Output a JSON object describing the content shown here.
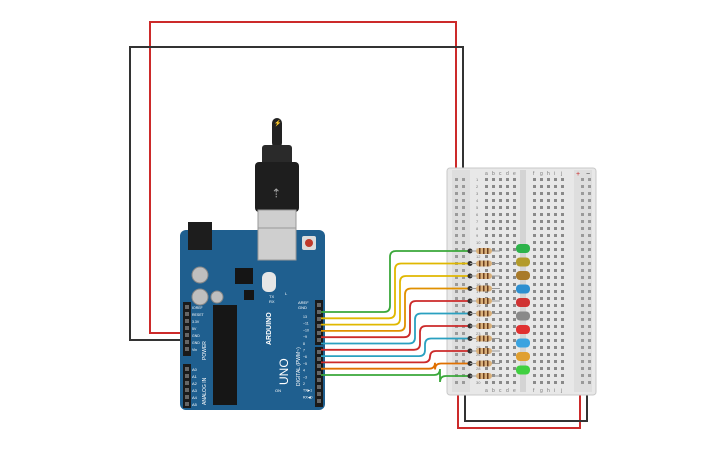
{
  "arduino": {
    "brand": "ARDUINO",
    "model": "UNO",
    "digital_label": "DIGITAL (PWM~)",
    "power_label": "POWER",
    "analog_label": "ANALOG IN",
    "aref": "AREF",
    "gnd": "GND",
    "power_pins": [
      "IOREF",
      "RESET",
      "3.3V",
      "5V",
      "GND",
      "GND",
      "Vin"
    ],
    "analog_pins": [
      "A0",
      "A1",
      "A2",
      "A3",
      "A4",
      "A5"
    ],
    "digital_pins": [
      "13",
      "~11",
      "~10",
      "~9",
      "8",
      "7",
      "~6",
      "~5",
      "4",
      "~3",
      "2",
      "TX▶1",
      "RX◀0"
    ],
    "tx": "TX",
    "rx": "RX",
    "l_label": "L",
    "on_label": "ON"
  },
  "breadboard": {
    "cols_left": [
      "a",
      "b",
      "c",
      "d",
      "e"
    ],
    "cols_right": [
      "f",
      "g",
      "h",
      "i",
      "j"
    ],
    "rail_plus": "+",
    "rail_minus": "−",
    "row_numbers": [
      "1",
      "2",
      "3",
      "4",
      "5",
      "6",
      "7",
      "8",
      "9",
      "10",
      "11",
      "12",
      "13",
      "14",
      "15",
      "16",
      "17",
      "18",
      "19",
      "20",
      "21",
      "22",
      "23",
      "24",
      "25",
      "26",
      "27",
      "28",
      "29",
      "30"
    ]
  },
  "leds": [
    {
      "color": "#2db34a"
    },
    {
      "color": "#b39b2a"
    },
    {
      "color": "#a87a2a"
    },
    {
      "color": "#2d8fd0"
    },
    {
      "color": "#d03333"
    },
    {
      "color": "#8a8a8a"
    },
    {
      "color": "#e03030"
    },
    {
      "color": "#3aa3e0"
    },
    {
      "color": "#e0a030"
    },
    {
      "color": "#40d040"
    }
  ],
  "wires": {
    "power": "#cc2a2a",
    "ground": "#333333",
    "signal_colors": [
      "#3aa83a",
      "#e0b800",
      "#e0b800",
      "#e09000",
      "#cc2a2a",
      "#2aa0c0",
      "#cc2a2a",
      "#2aa0c0",
      "#cc2a2a",
      "#e07000",
      "#3aa83a"
    ]
  },
  "colors": {
    "board_blue": "#1f5f8f",
    "board_dark": "#174a72",
    "breadboard": "#e8e8e8",
    "resistor": "#d9b07a"
  }
}
